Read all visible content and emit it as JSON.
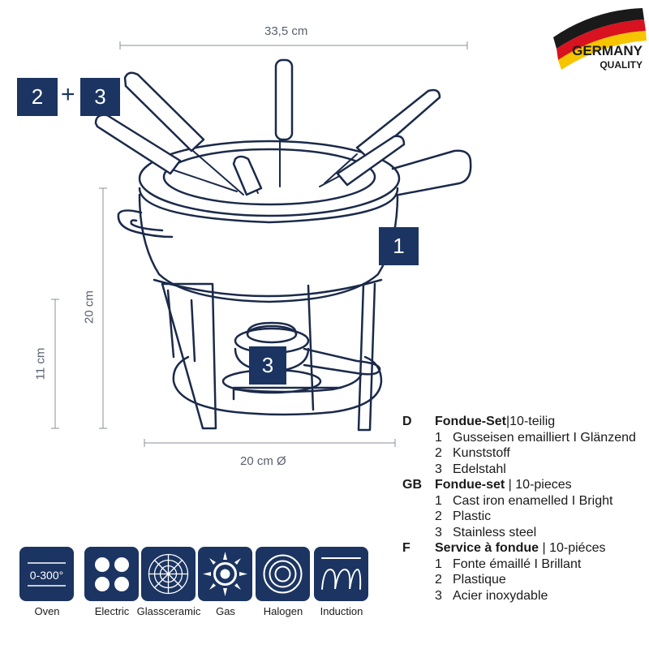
{
  "dimensions": {
    "width": "33,5 cm",
    "height_total": "20 cm",
    "height_stand": "11 cm",
    "diameter": "20 cm Ø"
  },
  "badges": {
    "fork_part": "2",
    "plus": "+",
    "fork_tip": "3",
    "pot": "1",
    "burner": "3"
  },
  "quality": {
    "line1": "GERMANY",
    "line2": "QUALITY"
  },
  "colors": {
    "navy": "#1b3461",
    "flag_black": "#1a1a1a",
    "flag_red": "#d8121f",
    "flag_gold": "#f6c500"
  },
  "legend": [
    {
      "code": "D",
      "title": "Fondue-Set",
      "suffix": "|10-teilig",
      "items": [
        {
          "num": "1",
          "text": "Gusseisen emailliert I Glänzend"
        },
        {
          "num": "2",
          "text": "Kunststoff"
        },
        {
          "num": "3",
          "text": "Edelstahl"
        }
      ]
    },
    {
      "code": "GB",
      "title": "Fondue-set",
      "suffix": " | 10-pieces",
      "items": [
        {
          "num": "1",
          "text": "Cast iron enamelled I Bright"
        },
        {
          "num": "2",
          "text": "Plastic"
        },
        {
          "num": "3",
          "text": "Stainless steel"
        }
      ]
    },
    {
      "code": "F",
      "title": "Service à fondue",
      "suffix": " | 10-piéces",
      "items": [
        {
          "num": "1",
          "text": "Fonte émaillé I Brillant"
        },
        {
          "num": "2",
          "text": "Plastique"
        },
        {
          "num": "3",
          "text": "Acier inoxydable"
        }
      ]
    }
  ],
  "heat_sources": [
    {
      "label": "Oven",
      "icon": "oven-icon",
      "icon_text": "0-300°"
    },
    {
      "label": "Electric",
      "icon": "electric-hob-icon"
    },
    {
      "label": "Glassceramic",
      "icon": "glassceramic-icon"
    },
    {
      "label": "Gas",
      "icon": "gas-icon"
    },
    {
      "label": "Halogen",
      "icon": "halogen-icon"
    },
    {
      "label": "Induction",
      "icon": "induction-icon"
    }
  ]
}
